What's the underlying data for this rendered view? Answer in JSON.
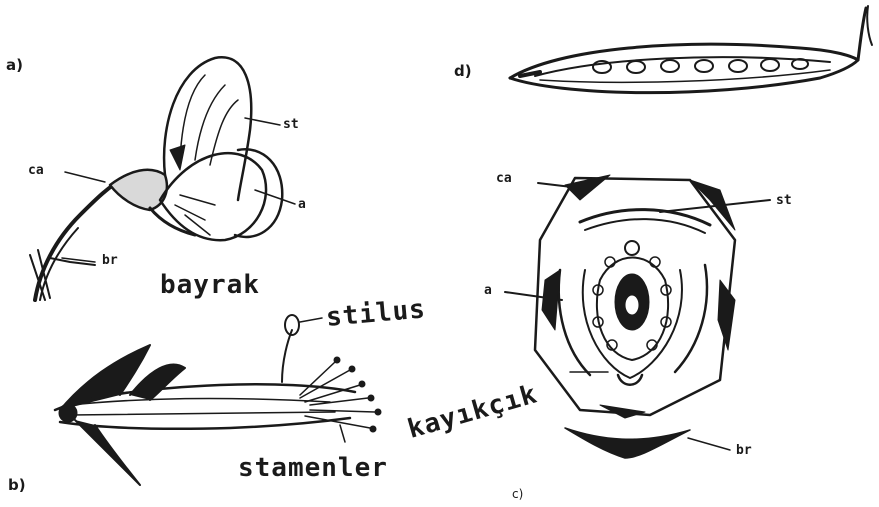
{
  "panels": {
    "a": "a)",
    "b": "b)",
    "c": "c)",
    "d": "d)"
  },
  "labels_a": {
    "st": "st",
    "ca": "ca",
    "a": "a",
    "br": "br",
    "bayrak": "bayrak"
  },
  "labels_b": {
    "stilus": "stilus",
    "stamenler": "stamenler",
    "kayikcik": "kayıkçık"
  },
  "labels_c": {
    "ca": "ca",
    "st": "st",
    "a": "a",
    "br": "br"
  },
  "colors": {
    "ink": "#1a1a1a",
    "paper": "#ffffff"
  }
}
